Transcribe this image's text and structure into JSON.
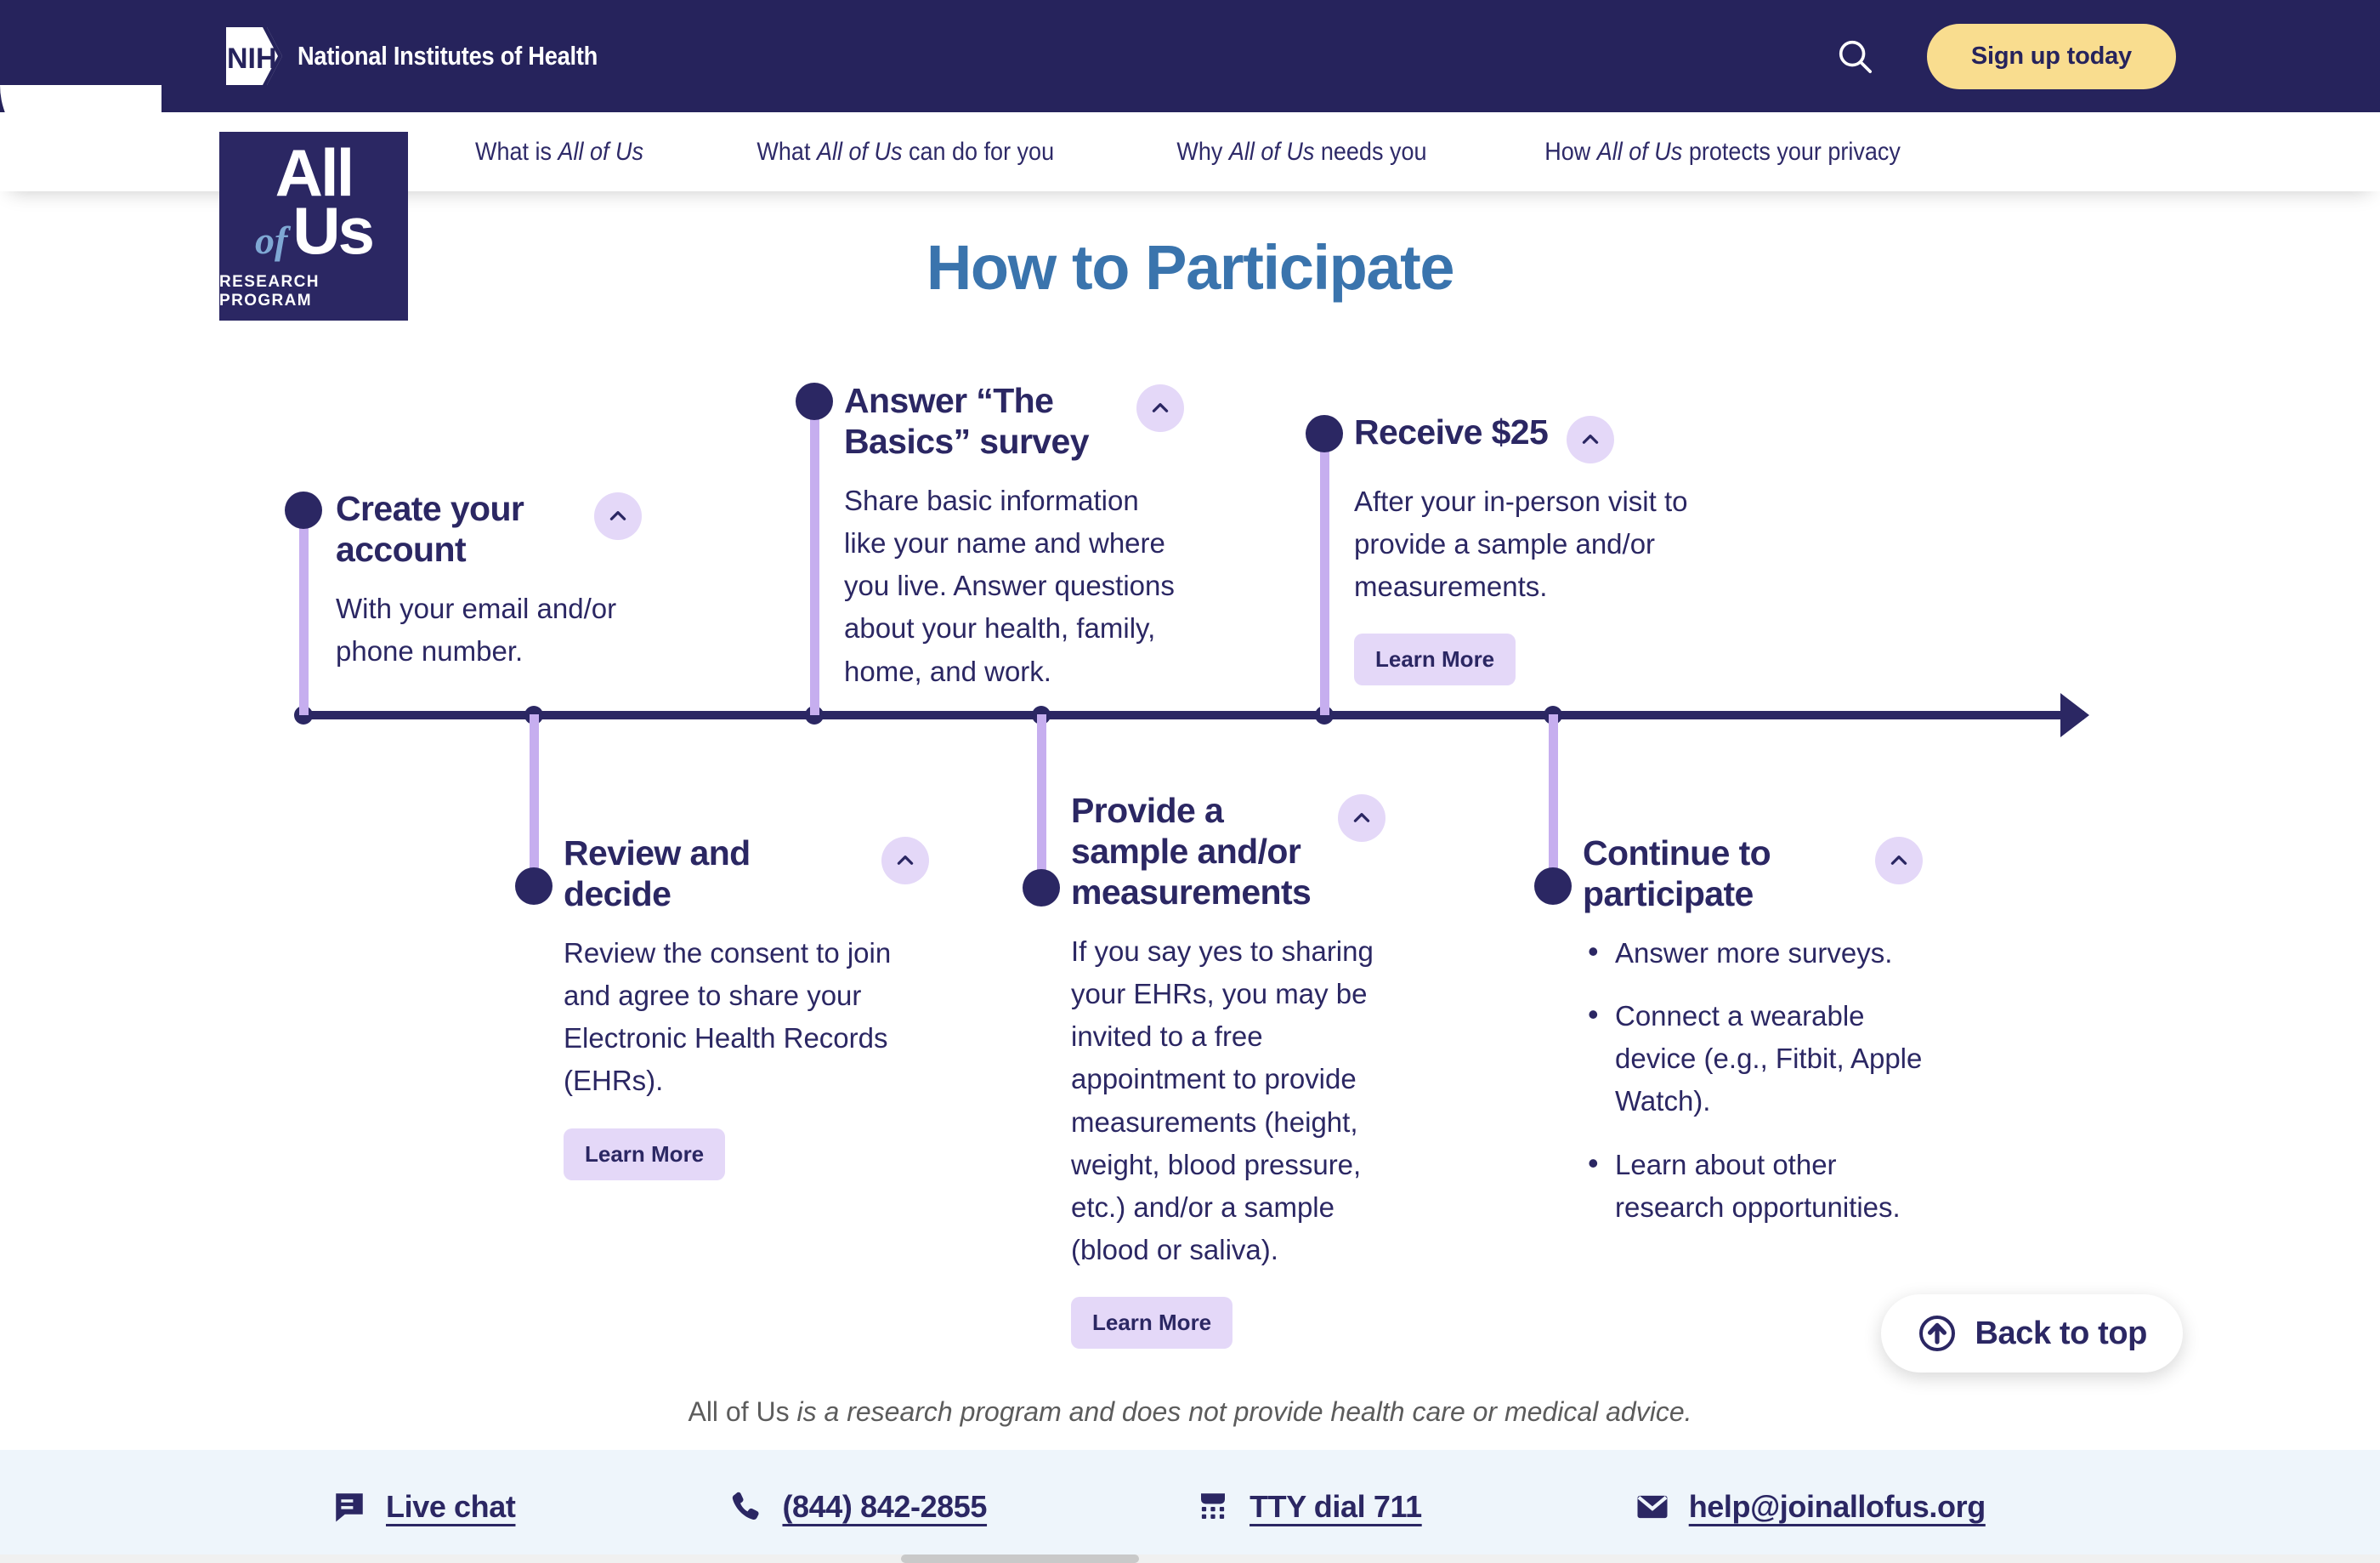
{
  "topbar": {
    "nih_label": "National Institutes of Health",
    "nih_mark": "NIH",
    "search_icon": "search-icon",
    "signup_label": "Sign up today",
    "bg_color": "#26235c",
    "signup_color": "#f9dd8f"
  },
  "nav": {
    "items": [
      {
        "pre": "What is ",
        "em": "All of Us",
        "post": ""
      },
      {
        "pre": "What ",
        "em": "All of Us",
        "post": " can do for you"
      },
      {
        "pre": "Why ",
        "em": "All of Us",
        "post": " needs you"
      },
      {
        "pre": "How ",
        "em": "All of Us",
        "post": " protects your privacy"
      }
    ]
  },
  "logo": {
    "line1": "All",
    "of": "of",
    "us": "Us",
    "subtitle": "RESEARCH PROGRAM",
    "bg_color": "#2b2763"
  },
  "page": {
    "title": "How to Participate",
    "title_color": "#3a74ad"
  },
  "timeline": {
    "accent_color": "#2b2763",
    "stem_color": "#c6aeef",
    "chevron_icon": "chevron-up-icon",
    "steps": [
      {
        "id": "create-account",
        "title": "Create your account",
        "body": "With your email and/or phone number.",
        "learn_more": null,
        "bullets": null
      },
      {
        "id": "review-decide",
        "title": "Review and decide",
        "body": "Review the consent to join and agree to share your Electronic Health Records (EHRs).",
        "learn_more": "Learn More",
        "bullets": null
      },
      {
        "id": "answer-basics",
        "title": "Answer “The Basics” survey",
        "body": "Share basic information like your name and where you live. Answer questions about your health, family, home, and work.",
        "learn_more": null,
        "bullets": null
      },
      {
        "id": "provide-sample",
        "title": "Provide a sample and/or measurements",
        "body": "If you say yes to sharing your EHRs, you may be invited to a free appointment to provide measurements (height, weight, blood pressure, etc.) and/or a sample (blood or saliva).",
        "learn_more": "Learn More",
        "bullets": null
      },
      {
        "id": "receive-25",
        "title": "Receive $25",
        "body": "After your in-person visit to provide a sample and/or measurements.",
        "learn_more": "Learn More",
        "bullets": null
      },
      {
        "id": "continue-participate",
        "title": "Continue to participate",
        "body": null,
        "learn_more": null,
        "bullets": [
          "Answer more surveys.",
          "Connect a wearable device (e.g., Fitbit, Apple Watch).",
          "Learn about other research opportunities."
        ]
      }
    ]
  },
  "back_to_top": {
    "label": "Back to top",
    "icon": "arrow-up-circle-icon"
  },
  "disclaimer": {
    "brand": "All of Us",
    "rest": " is a research program and does not provide health care or medical advice."
  },
  "footer": {
    "bg_color": "#eef5fb",
    "items": [
      {
        "icon": "chat-bubble-icon",
        "label": "Live chat"
      },
      {
        "icon": "phone-icon",
        "label": "(844) 842-2855"
      },
      {
        "icon": "tty-icon",
        "label": "TTY dial 711"
      },
      {
        "icon": "envelope-icon",
        "label": "help@joinallofus.org"
      }
    ]
  }
}
